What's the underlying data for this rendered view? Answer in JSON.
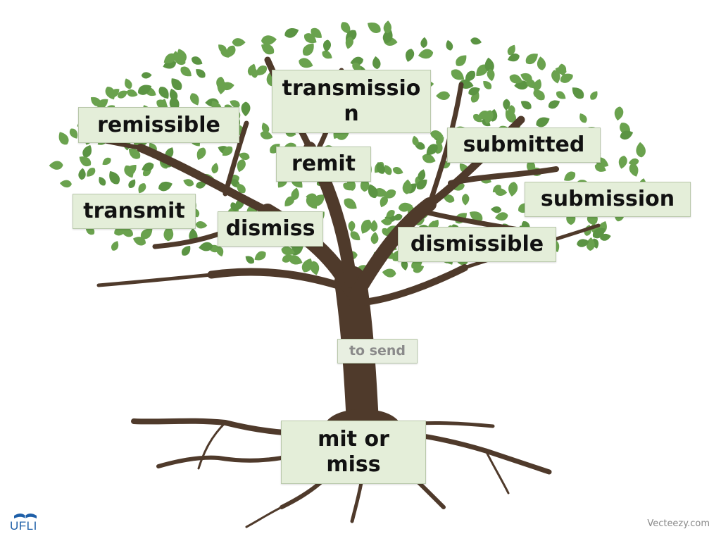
{
  "root": {
    "text": "mit or\nmiss"
  },
  "meaning": {
    "text": "to send"
  },
  "words": [
    "remissible",
    "transmission",
    "submitted",
    "remit",
    "transmit",
    "dismiss",
    "submission",
    "dismissible"
  ],
  "branding": {
    "logo_text": "UFLI",
    "credit": "Vecteezy.com"
  },
  "colors": {
    "trunk": "#4f3a2b",
    "leaf": "#6aa24e",
    "label_bg": "#e4eed9"
  }
}
